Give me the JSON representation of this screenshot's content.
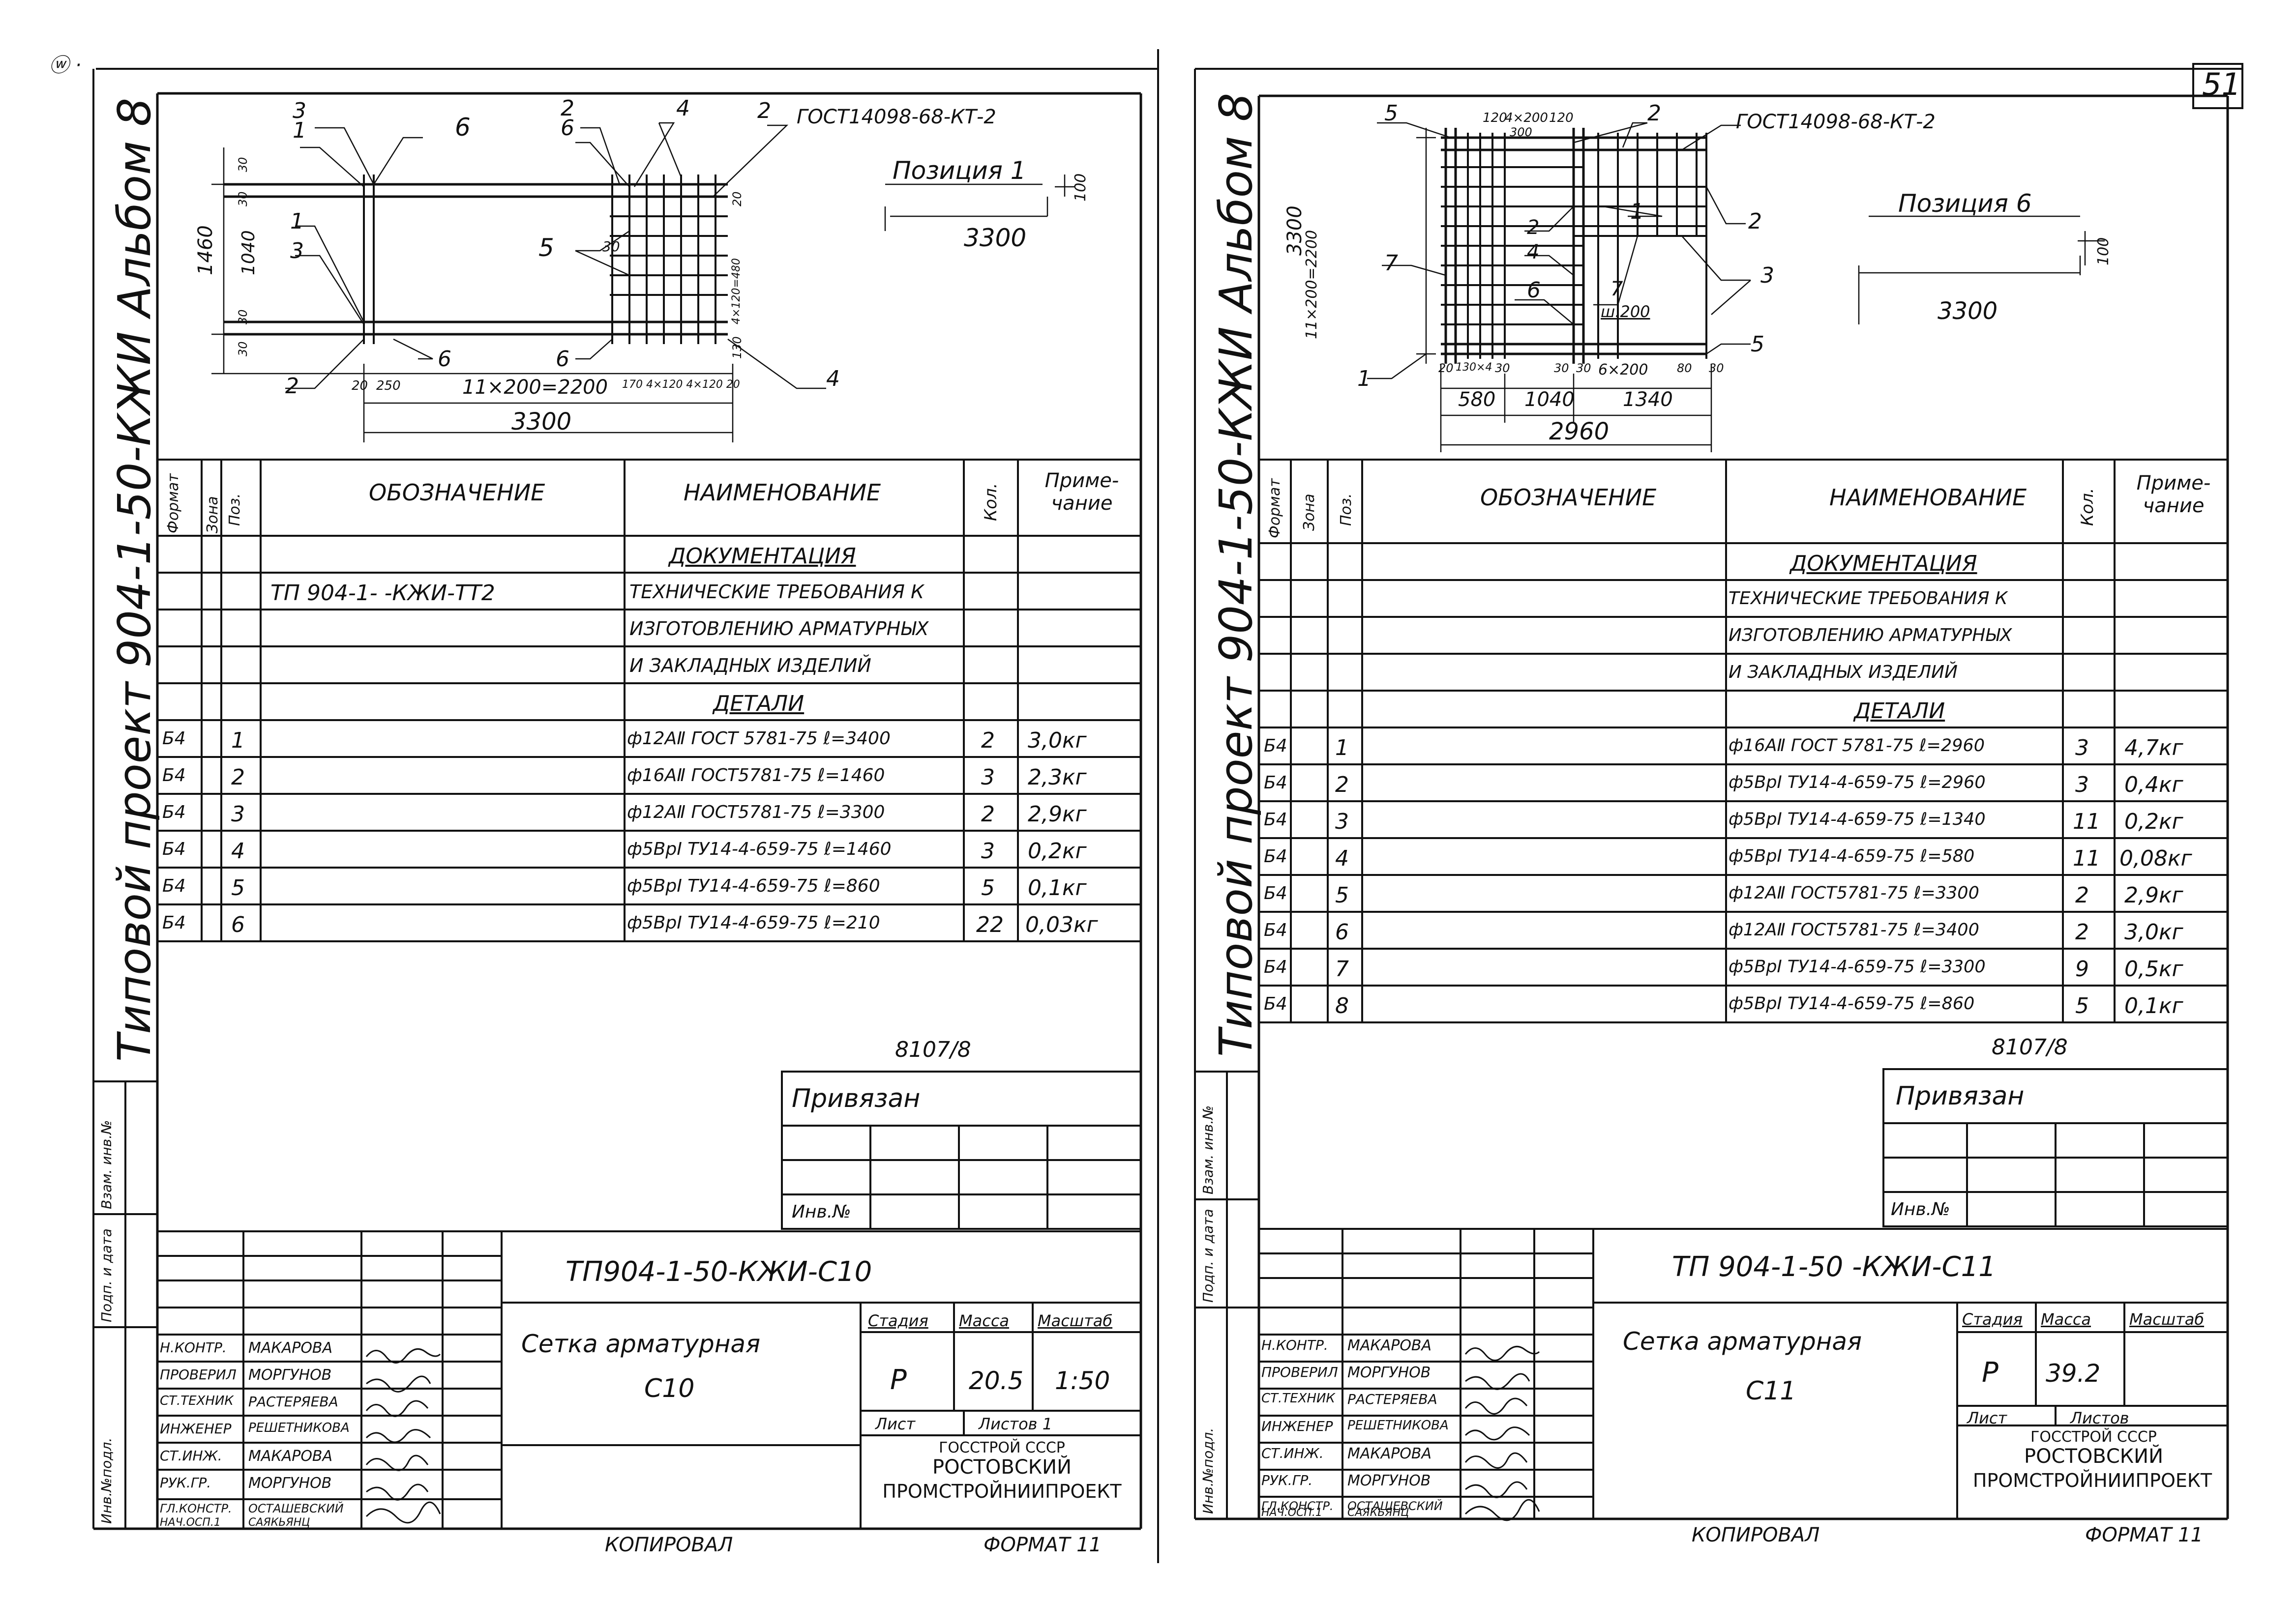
{
  "page_number": "51",
  "copied_by": "КОПИРОВАЛ",
  "top_marks": "ⓦ ·",
  "left_sheet": {
    "album_title": "Типовой проект 904-1-50-КЖИ Альбом 8",
    "drawing_labels": {
      "gost": "ГОСТ14098-68-КТ-2",
      "position": "Позиция 1",
      "position_len": "3300",
      "position_h": "100",
      "overall": "3300",
      "pitch": "11×200=2200",
      "pitch_right": "170 4×120 4×120 20",
      "height": "1460",
      "inner_h": "1040",
      "side_dims": [
        "30",
        "30",
        "4×120=480",
        "20",
        "30",
        "30",
        "130"
      ],
      "bottom_small": [
        "20",
        "250"
      ],
      "callouts": [
        "3",
        "1",
        "6",
        "2",
        "6",
        "4",
        "2",
        "1",
        "3",
        "5",
        "30",
        "6",
        "6",
        "2",
        "4"
      ]
    },
    "spec_header": {
      "format": "Формат",
      "zone": "Зона",
      "pos": "Поз.",
      "designation": "ОБОЗНАЧЕНИЕ",
      "name": "НАИМЕНОВАНИЕ",
      "qty": "Кол.",
      "note": "Приме- чание"
    },
    "spec_rows": [
      {
        "f": "",
        "p": "",
        "d": "",
        "n": "ДОКУМЕНТАЦИЯ",
        "q": "",
        "m": ""
      },
      {
        "f": "",
        "p": "",
        "d": "ТП 904-1-   -КЖИ-ТТ2",
        "n": "ТЕХНИЧЕСКИЕ ТРЕБОВАНИЯ К",
        "q": "",
        "m": ""
      },
      {
        "f": "",
        "p": "",
        "d": "",
        "n": "ИЗГОТОВЛЕНИЮ АРМАТУРНЫХ",
        "q": "",
        "m": ""
      },
      {
        "f": "",
        "p": "",
        "d": "",
        "n": "И ЗАКЛАДНЫХ ИЗДЕЛИЙ",
        "q": "",
        "m": ""
      },
      {
        "f": "",
        "p": "",
        "d": "",
        "n": "ДЕТАЛИ",
        "q": "",
        "m": ""
      },
      {
        "f": "Б4",
        "p": "1",
        "d": "",
        "n": "ф12АⅡ ГОСТ 5781-75 ℓ=3400",
        "q": "2",
        "m": "3,0кг"
      },
      {
        "f": "Б4",
        "p": "2",
        "d": "",
        "n": "ф16АⅡ ГОСТ5781-75 ℓ=1460",
        "q": "3",
        "m": "2,3кг"
      },
      {
        "f": "Б4",
        "p": "3",
        "d": "",
        "n": "ф12АⅡ ГОСТ5781-75 ℓ=3300",
        "q": "2",
        "m": "2,9кг"
      },
      {
        "f": "Б4",
        "p": "4",
        "d": "",
        "n": "ф5ВрⅠ ТУ14-4-659-75 ℓ=1460",
        "q": "3",
        "m": "0,2кг"
      },
      {
        "f": "Б4",
        "p": "5",
        "d": "",
        "n": "ф5ВрⅠ ТУ14-4-659-75 ℓ=860",
        "q": "5",
        "m": "0,1кг"
      },
      {
        "f": "Б4",
        "p": "6",
        "d": "",
        "n": "ф5ВрⅠ ТУ14-4-659-75 ℓ=210",
        "q": "22",
        "m": "0,03кг"
      }
    ],
    "ref_number": "8107/8",
    "attached": "Привязан",
    "inv_label": "Инв.№",
    "doc_code": "ТП904-1-50-КЖИ-С10",
    "title_name": "Сетка арматурная",
    "title_sub": "С10",
    "stage_label": "Стадия",
    "mass_label": "Масса",
    "scale_label": "Масштаб",
    "stage": "Р",
    "mass": "20.5",
    "scale": "1:50",
    "sheet_label": "Лист",
    "sheets_label": "Листов 1",
    "org1": "ГОССТРОЙ СССР",
    "org2": "РОСТОВСКИЙ",
    "org3": "ПРОМСТРОЙНИИПРОЕКТ",
    "format": "ФОРМАТ 11",
    "staff": [
      {
        "role": "Н.КОНТР.",
        "name": "МАКАРОВА"
      },
      {
        "role": "ПРОВЕРИЛ",
        "name": "МОРГУНОВ"
      },
      {
        "role": "СТ.ТЕХНИК",
        "name": "РАСТЕРЯЕВА"
      },
      {
        "role": "ИНЖЕНЕР",
        "name": "РЕШЕТНИКОВА"
      },
      {
        "role": "СТ.ИНЖ.",
        "name": "МАКАРОВА"
      },
      {
        "role": "РУК.ГР.",
        "name": "МОРГУНОВ"
      },
      {
        "role": "ГЛ.КОНСТР.",
        "name": "ОСТАШЕВСКИЙ"
      },
      {
        "role": "НАЧ.ОСП.1",
        "name": "САЯКЬЯНЦ"
      }
    ],
    "side_stamp": [
      "Инв.№подл.",
      "Подп. и дата",
      "Взам. инв.№"
    ]
  },
  "right_sheet": {
    "album_title": "Типовой проект 904-1-50-КЖИ Альбом 8",
    "drawing_labels": {
      "gost": "ГОСТ14098-68-КТ-2",
      "position": "Позиция 6",
      "position_len": "3300",
      "position_h": "100",
      "overall_w": "2960",
      "height": "3300",
      "pitch_left": "11×200=2200",
      "bottom_dims": [
        "20",
        "30",
        "130×4",
        "30",
        "30",
        "6×200",
        "80",
        "30"
      ],
      "bottom_totals": [
        "580",
        "1040",
        "1340"
      ],
      "top_dims": [
        "120",
        "4×200",
        "120",
        "300"
      ],
      "spacing_label": "ш.200",
      "callouts": [
        "5",
        "2",
        "2",
        "1",
        "2",
        "4",
        "6",
        "7",
        "7",
        "3",
        "5",
        "1"
      ]
    },
    "spec_header": {
      "format": "Формат",
      "zone": "Зона",
      "pos": "Поз.",
      "designation": "ОБОЗНАЧЕНИЕ",
      "name": "НАИМЕНОВАНИЕ",
      "qty": "Кол.",
      "note": "Приме- чание"
    },
    "spec_rows": [
      {
        "f": "",
        "p": "",
        "d": "",
        "n": "ДОКУМЕНТАЦИЯ",
        "q": "",
        "m": ""
      },
      {
        "f": "",
        "p": "",
        "d": "",
        "n": "ТЕХНИЧЕСКИЕ ТРЕБОВАНИЯ К",
        "q": "",
        "m": ""
      },
      {
        "f": "",
        "p": "",
        "d": "",
        "n": "ИЗГОТОВЛЕНИЮ АРМАТУРНЫХ",
        "q": "",
        "m": ""
      },
      {
        "f": "",
        "p": "",
        "d": "",
        "n": "И ЗАКЛАДНЫХ ИЗДЕЛИЙ",
        "q": "",
        "m": ""
      },
      {
        "f": "",
        "p": "",
        "d": "",
        "n": "ДЕТАЛИ",
        "q": "",
        "m": ""
      },
      {
        "f": "Б4",
        "p": "1",
        "d": "",
        "n": "ф16АⅡ ГОСТ 5781-75 ℓ=2960",
        "q": "3",
        "m": "4,7кг"
      },
      {
        "f": "Б4",
        "p": "2",
        "d": "",
        "n": "ф5ВрⅠ ТУ14-4-659-75 ℓ=2960",
        "q": "3",
        "m": "0,4кг"
      },
      {
        "f": "Б4",
        "p": "3",
        "d": "",
        "n": "ф5ВрⅠ ТУ14-4-659-75 ℓ=1340",
        "q": "11",
        "m": "0,2кг"
      },
      {
        "f": "Б4",
        "p": "4",
        "d": "",
        "n": "ф5ВрⅠ ТУ14-4-659-75 ℓ=580",
        "q": "11",
        "m": "0,08кг"
      },
      {
        "f": "Б4",
        "p": "5",
        "d": "",
        "n": "ф12АⅡ ГОСТ5781-75 ℓ=3300",
        "q": "2",
        "m": "2,9кг"
      },
      {
        "f": "Б4",
        "p": "6",
        "d": "",
        "n": "ф12АⅡ ГОСТ5781-75 ℓ=3400",
        "q": "2",
        "m": "3,0кг"
      },
      {
        "f": "Б4",
        "p": "7",
        "d": "",
        "n": "ф5ВрⅠ ТУ14-4-659-75 ℓ=3300",
        "q": "9",
        "m": "0,5кг"
      },
      {
        "f": "Б4",
        "p": "8",
        "d": "",
        "n": "ф5ВрⅠ ТУ14-4-659-75 ℓ=860",
        "q": "5",
        "m": "0,1кг"
      }
    ],
    "ref_number": "8107/8",
    "attached": "Привязан",
    "inv_label": "Инв.№",
    "doc_code": "ТП 904-1-50 -КЖИ-С11",
    "title_name": "Сетка арматурная",
    "title_sub": "С11",
    "stage_label": "Стадия",
    "mass_label": "Масса",
    "scale_label": "Масштаб",
    "stage": "Р",
    "mass": "39.2",
    "scale": "",
    "sheet_label": "Лист",
    "sheets_label": "Листов",
    "org1": "ГОССТРОЙ СССР",
    "org2": "РОСТОВСКИЙ",
    "org3": "ПРОМСТРОЙНИИПРОЕКТ",
    "format": "ФОРМАТ 11",
    "staff": [
      {
        "role": "Н.КОНТР.",
        "name": "МАКАРОВА"
      },
      {
        "role": "ПРОВЕРИЛ",
        "name": "МОРГУНОВ"
      },
      {
        "role": "СТ.ТЕХНИК",
        "name": "РАСТЕРЯЕВА"
      },
      {
        "role": "ИНЖЕНЕР",
        "name": "РЕШЕТНИКОВА"
      },
      {
        "role": "СТ.ИНЖ.",
        "name": "МАКАРОВА"
      },
      {
        "role": "РУК.ГР.",
        "name": "МОРГУНОВ"
      },
      {
        "role": "ГЛ.КОНСТР.",
        "name": "ОСТАШЕВСКИЙ"
      },
      {
        "role": "НАЧ.ОСП.1",
        "name": "САЯКЬЯНЦ"
      }
    ],
    "side_stamp": [
      "Инв.№подл.",
      "Подп. и дата",
      "Взам. инв.№"
    ]
  }
}
